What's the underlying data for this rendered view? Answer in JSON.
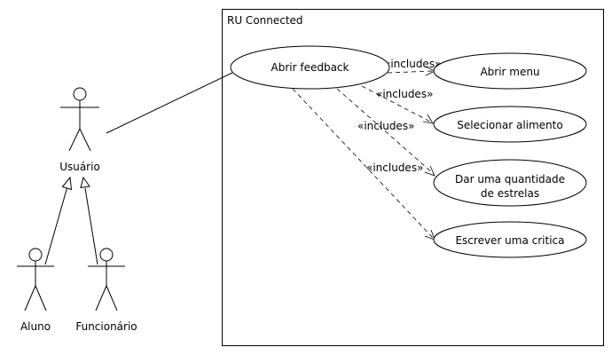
{
  "system": {
    "title": "RU Connected"
  },
  "actors": {
    "usuario": "Usuário",
    "aluno": "Aluno",
    "funcionario": "Funcionário"
  },
  "use_cases": {
    "abrir_feedback": "Abrir feedback",
    "abrir_menu": "Abrir menu",
    "selecionar_alimento": "Selecionar alimento",
    "dar_quantidade_line1": "Dar uma quantidade",
    "dar_quantidade_line2": "de estrelas",
    "escrever_critica": "Escrever uma critica"
  },
  "relations": {
    "includes_label": "«includes»"
  }
}
